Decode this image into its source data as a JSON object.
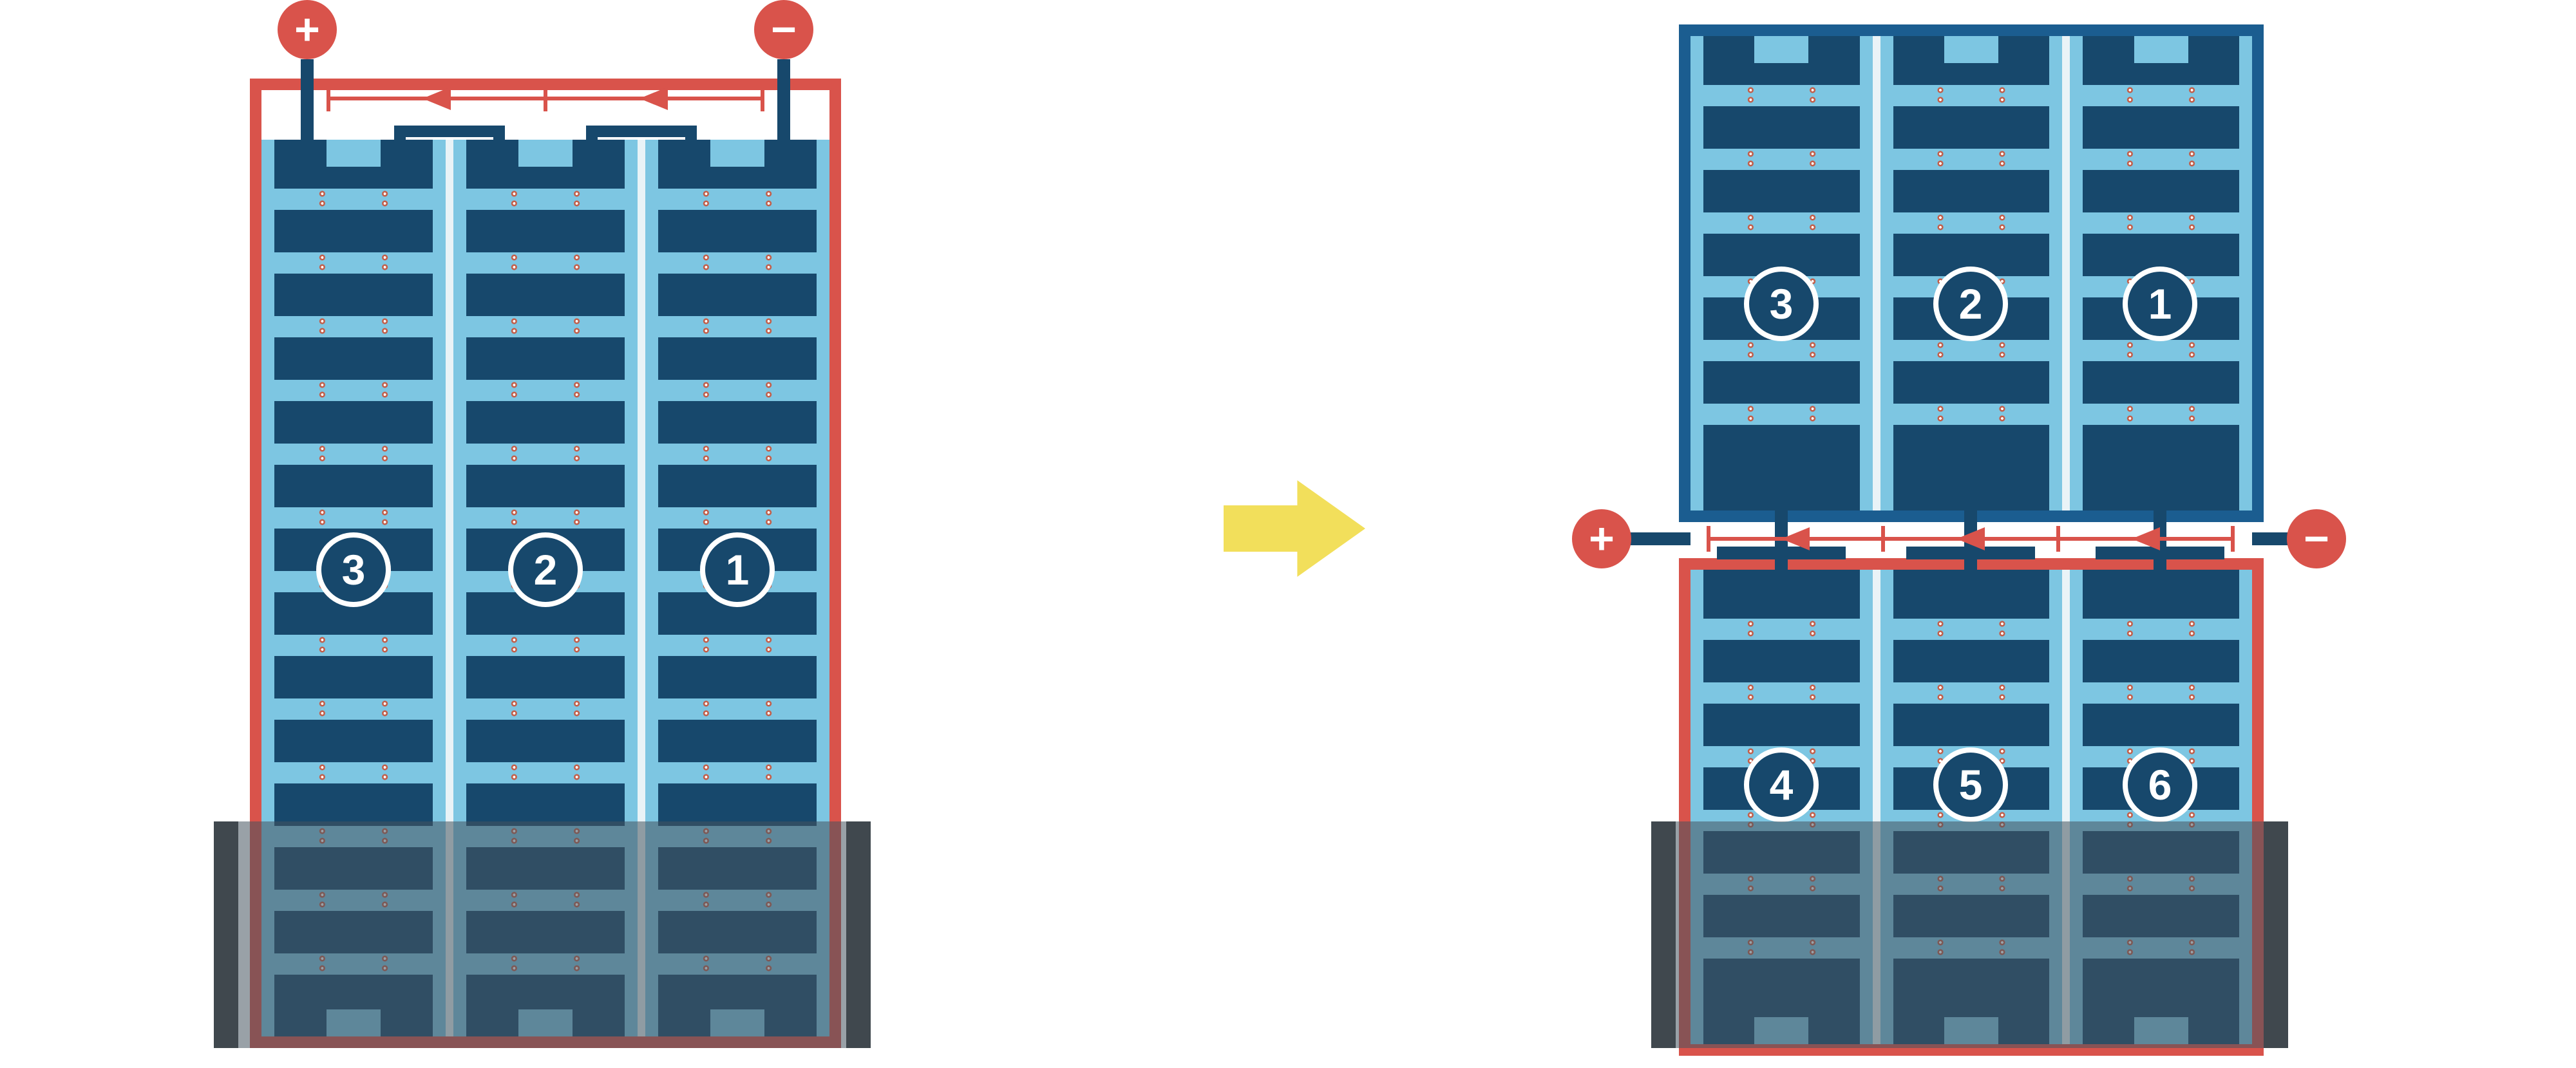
{
  "colors": {
    "red": "#d9534b",
    "navy": "#17486c",
    "frame_blue": "#1b5d90",
    "panel_blue": "#7dc6e2",
    "separator": "#e9f3f7",
    "yellow": "#f2df5b",
    "shade": "rgba(70,83,94,0.55)",
    "bar": "#3a3a3a",
    "dot_ring": "#c2604c",
    "dot_center": "#ffffff"
  },
  "left_assembly": {
    "terminal_plus": "+",
    "terminal_minus": "−",
    "group_labels": [
      "3",
      "2",
      "1"
    ]
  },
  "right_assembly": {
    "terminal_plus": "+",
    "terminal_minus": "−",
    "top_group_labels": [
      "3",
      "2",
      "1"
    ],
    "bottom_group_labels": [
      "4",
      "5",
      "6"
    ]
  }
}
